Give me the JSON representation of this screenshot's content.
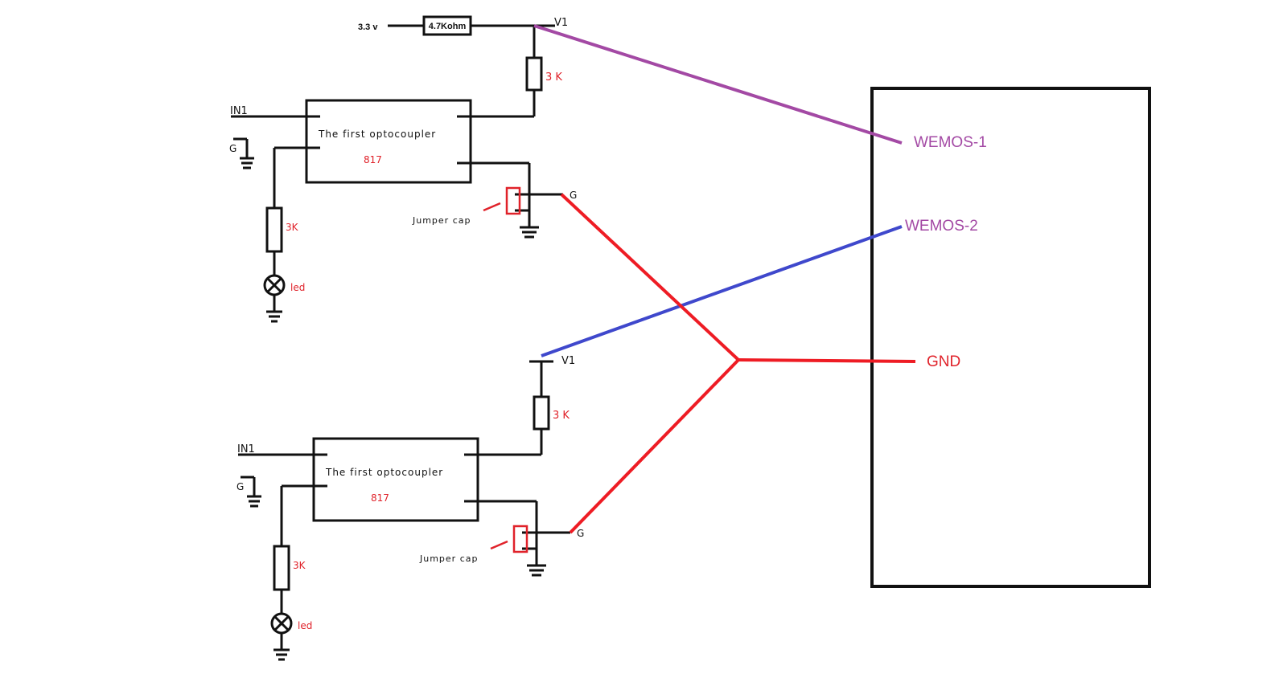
{
  "colors": {
    "wire": "#111111",
    "gnd_wire": "#ee1c24",
    "wemos1_wire": "#a349a4",
    "wemos2_wire": "#3f48cc",
    "label_red": "#e0222a",
    "label_purple": "#a349a4"
  },
  "supply": {
    "voltage_label": "3.3 v",
    "pullup_label": "4.7Kohm"
  },
  "circuit_top": {
    "v_label": "V1",
    "resistor_top_label": "3 K",
    "input_label": "IN1",
    "ground_label": "G",
    "opto_title": "The first optocoupler",
    "opto_part": "817",
    "output_ground_label": "G",
    "jumper_label": "Jumper cap",
    "led_resistor_label": "3K",
    "led_label": "led"
  },
  "circuit_bottom": {
    "v_label": "V1",
    "resistor_top_label": "3 K",
    "input_label": "IN1",
    "ground_label": "G",
    "opto_title": "The first optocoupler",
    "opto_part": "817",
    "output_ground_label": "G",
    "jumper_label": "Jumper cap",
    "led_resistor_label": "3K",
    "led_label": "led"
  },
  "wemos": {
    "pin1": "WEMOS-1",
    "pin2": "WEMOS-2",
    "gnd": "GND"
  }
}
